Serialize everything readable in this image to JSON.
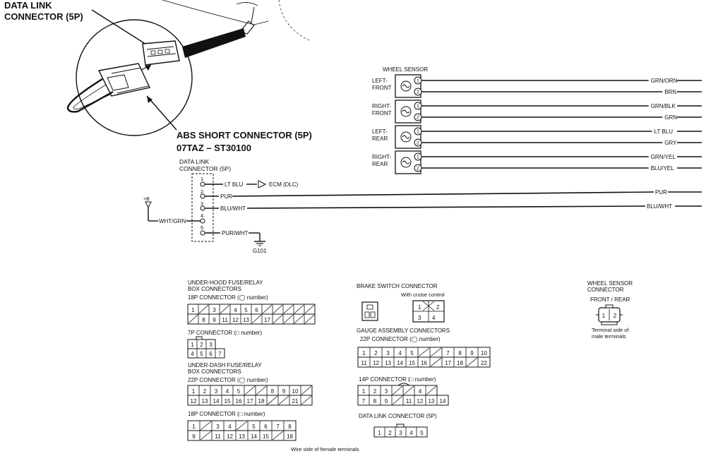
{
  "top": {
    "data_link_title_1": "DATA LINK",
    "data_link_title_2": "CONNECTOR (5P)",
    "abs_title": "ABS SHORT CONNECTOR (5P)",
    "abs_part": "07TAZ – ST30100"
  },
  "dlc": {
    "label_1": "DATA LINK",
    "label_2": "CONNECTOR (5P)",
    "pins": [
      "1",
      "2",
      "3",
      "4",
      "5"
    ],
    "wire_1": "LT BLU",
    "ecm": "ECM (DLC)",
    "wire_2": "PUR",
    "wire_3": "BLU/WHT",
    "wire_5": "PUR/WHT",
    "plus_b": "+B",
    "left_wire": "WHT/GRN",
    "ground": "G101"
  },
  "wheel_sensor": {
    "title": "WHEEL SENSOR",
    "groups": [
      {
        "label": [
          "LEFT-",
          "FRONT"
        ],
        "wires": [
          "GRN/ORN",
          "BRN"
        ]
      },
      {
        "label": [
          "RIGHT-",
          "FRONT"
        ],
        "wires": [
          "GRN/BLK",
          "GRN"
        ]
      },
      {
        "label": [
          "LEFT-",
          "REAR"
        ],
        "wires": [
          "LT BLU",
          "GRY"
        ]
      },
      {
        "label": [
          "RIGHT-",
          "REAR"
        ],
        "wires": [
          "GRN/YEL",
          "BLU/YEL"
        ]
      }
    ],
    "pin1": "1",
    "pin2": "2",
    "dlc_wires": [
      "PUR",
      "BLU/WHT"
    ]
  },
  "bottom": {
    "underhood_1": "UNDER-HOOD FUSE/RELAY",
    "underhood_2": "BOX CONNECTORS",
    "c18p_a": "18P CONNECTOR  (◯ number)",
    "c18p_a_r1": [
      "1",
      "",
      "3",
      "",
      "4",
      "5",
      "6"
    ],
    "c18p_a_r2": [
      "",
      "8",
      "9",
      "11",
      "12",
      "13",
      "",
      "17"
    ],
    "c7p": "7P CONNECTOR  (□ number)",
    "c7p_r1": [
      "1",
      "2",
      "3"
    ],
    "c7p_r2": [
      "4",
      "5",
      "6",
      "7"
    ],
    "underdash_1": "UNDER-DASH FUSE/RELAY",
    "underdash_2": "BOX CONNECTORS",
    "c22p_a": "22P CONNECTOR  (◯ number)",
    "c22p_a_r1": [
      "1",
      "2",
      "3",
      "4",
      "5",
      "",
      "",
      "8",
      "9",
      "10",
      ""
    ],
    "c22p_a_r2": [
      "12",
      "13",
      "14",
      "15",
      "16",
      "17",
      "18",
      "",
      "",
      "21",
      ""
    ],
    "c18p_b": "18P CONNECTOR  (□ number)",
    "c18p_b_r1": [
      "1",
      "",
      "3",
      "4",
      "",
      "5",
      "6",
      "7",
      "8"
    ],
    "c18p_b_r2": [
      "9",
      "",
      "11",
      "12",
      "13",
      "14",
      "15",
      "",
      "18"
    ],
    "brake_title": "BRAKE SWITCH CONNECTOR",
    "cruise": "With cruise control",
    "brake_pins": [
      "1",
      "2",
      "3",
      "4"
    ],
    "gauge_title": "GAUGE ASSEMBLY CONNECTORS",
    "c22p_b": "22P CONNECTOR  (◯ number)",
    "c22p_b_r1": [
      "1",
      "2",
      "3",
      "4",
      "5",
      "",
      "",
      "7",
      "8",
      "9",
      "10"
    ],
    "c22p_b_r2": [
      "11",
      "12",
      "13",
      "14",
      "15",
      "16",
      "",
      "17",
      "18",
      "",
      "22"
    ],
    "c14p": "14P CONNECTOR  (□ number)",
    "c14p_r1": [
      "1",
      "2",
      "3",
      "",
      "",
      "4",
      ""
    ],
    "c14p_r2": [
      "7",
      "8",
      "9",
      "",
      "11",
      "12",
      "13",
      "14"
    ],
    "dlc5p": "DATA LINK CONNECTOR (5P)",
    "dlc5p_r": [
      "1",
      "2",
      "3",
      "4",
      "5"
    ],
    "ws_conn_1": "WHEEL SENSOR",
    "ws_conn_2": "CONNECTOR",
    "front_rear": "FRONT / REAR",
    "ws_pins": [
      "1",
      "2"
    ],
    "terminal_1": "Terminal side of",
    "terminal_2": "male terminals",
    "wire_side": "Wire side of female terminals"
  }
}
